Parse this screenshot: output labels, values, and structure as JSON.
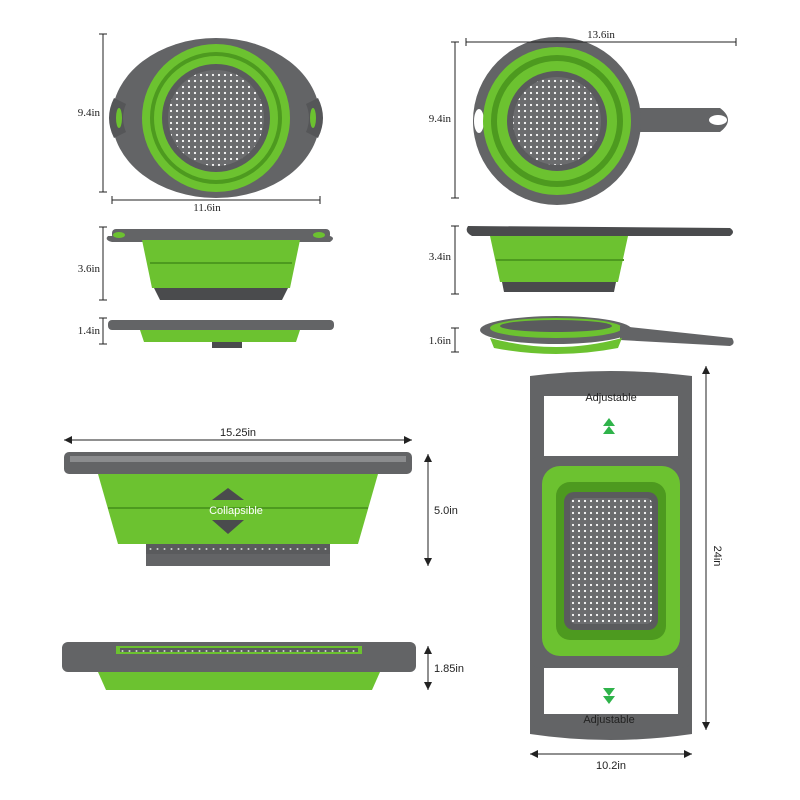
{
  "colors": {
    "green": "#6cc230",
    "green_dark": "#4d9a1f",
    "gray": "#636466",
    "gray_dark": "#4a4b4d",
    "gray_light": "#8b8c8e"
  },
  "products": {
    "round_two_handles": {
      "width": "11.6in",
      "height": "9.4in",
      "side_height": "3.6in",
      "folded_height": "1.4in"
    },
    "round_long_handle": {
      "width": "13.6in",
      "height": "9.4in",
      "side_height": "3.4in",
      "folded_height": "1.6in"
    },
    "rectangular_side": {
      "width": "15.25in",
      "height": "5.0in",
      "feature": "Collapsible",
      "folded_height": "1.85in"
    },
    "rectangular_top": {
      "length": "24in",
      "width": "10.2in",
      "top_label": "Adjustable",
      "bottom_label": "Adjustable"
    }
  }
}
